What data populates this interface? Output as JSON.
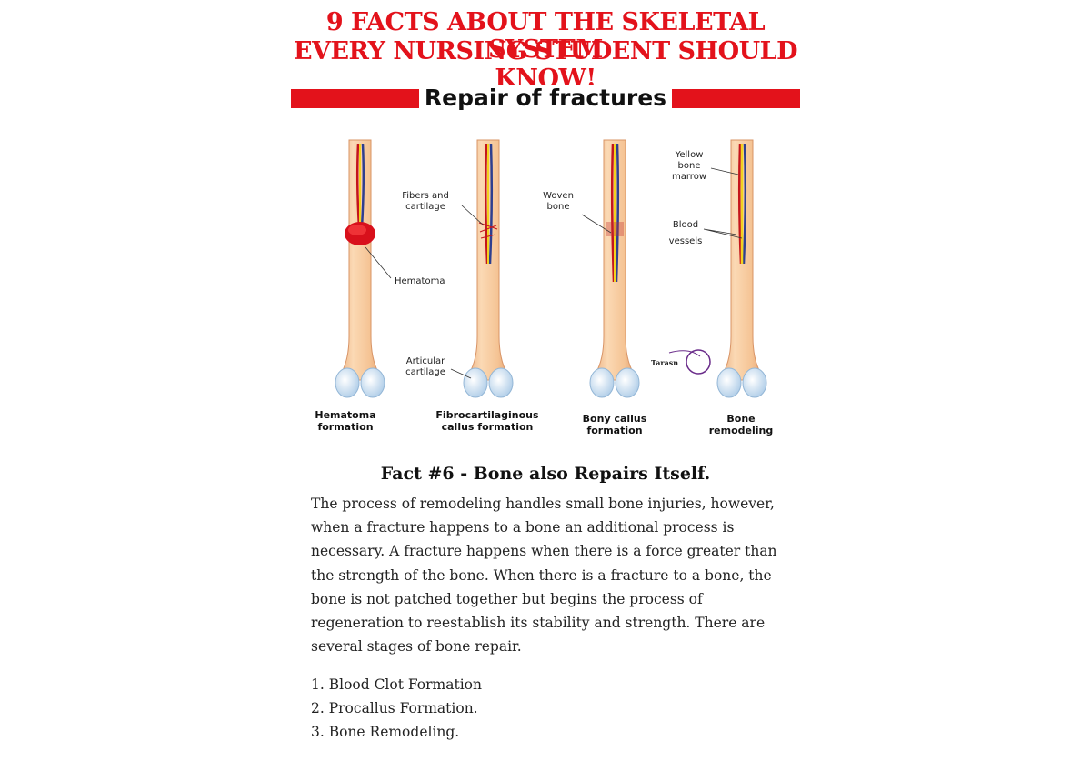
{
  "header": {
    "title_line1": "9 FACTS ABOUT THE SKELETAL SYSTEM",
    "title_line2": "EVERY NURSING STUDENT SHOULD KNOW!"
  },
  "section": {
    "title": "Repair of  fractures"
  },
  "diagram": {
    "callouts": {
      "fibers_line1": "Fibers and",
      "fibers_line2": "cartilage",
      "woven_line1": "Woven",
      "woven_line2": "bone",
      "yellow_line1": "Yellow",
      "yellow_line2": "bone",
      "yellow_line3": "marrow",
      "blood_line1": "Blood",
      "blood_line2": "vessels",
      "hematoma": "Hematoma",
      "articular_line1": "Articular",
      "articular_line2": "cartilage",
      "watermark": "Tarasn"
    },
    "stages": [
      {
        "line1": "Hematoma",
        "line2": "formation"
      },
      {
        "line1": "Fibrocartilaginous",
        "line2": "callus formation"
      },
      {
        "line1": "Bony callus",
        "line2": "formation"
      },
      {
        "line1": "Bone",
        "line2": "remodeling"
      }
    ]
  },
  "fact": {
    "heading": "Fact #6 - Bone also Repairs Itself.",
    "body": "The process of remodeling handles small bone injuries, however, when a fracture happens to a bone an additional process is necessary. A fracture happens when there is a force greater than the strength of the bone. When there is a fracture to a bone, the bone is not patched together but begins the process of regeneration to reestablish its stability and strength. There are several stages of bone repair.",
    "steps": [
      "1. Blood Clot Formation",
      "2. Procallus Formation.",
      "3. Bone Remodeling."
    ]
  },
  "colors": {
    "accent_red": "#e3121b",
    "bone": "#f6c99a",
    "cartilage": "#cfe3f2",
    "vessel_red": "#c4151c",
    "vessel_blue": "#2e3f8f",
    "marrow_yellow": "#f2d21f"
  }
}
